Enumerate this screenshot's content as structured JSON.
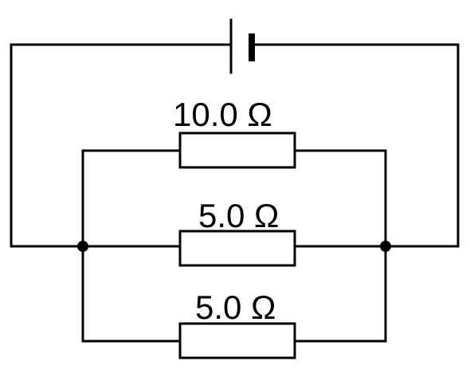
{
  "circuit": {
    "resistors": [
      {
        "label": "10.0 Ω"
      },
      {
        "label": "5.0 Ω"
      },
      {
        "label": "5.0 Ω"
      }
    ]
  },
  "colors": {
    "line": "#000000",
    "background": "#ffffff"
  }
}
